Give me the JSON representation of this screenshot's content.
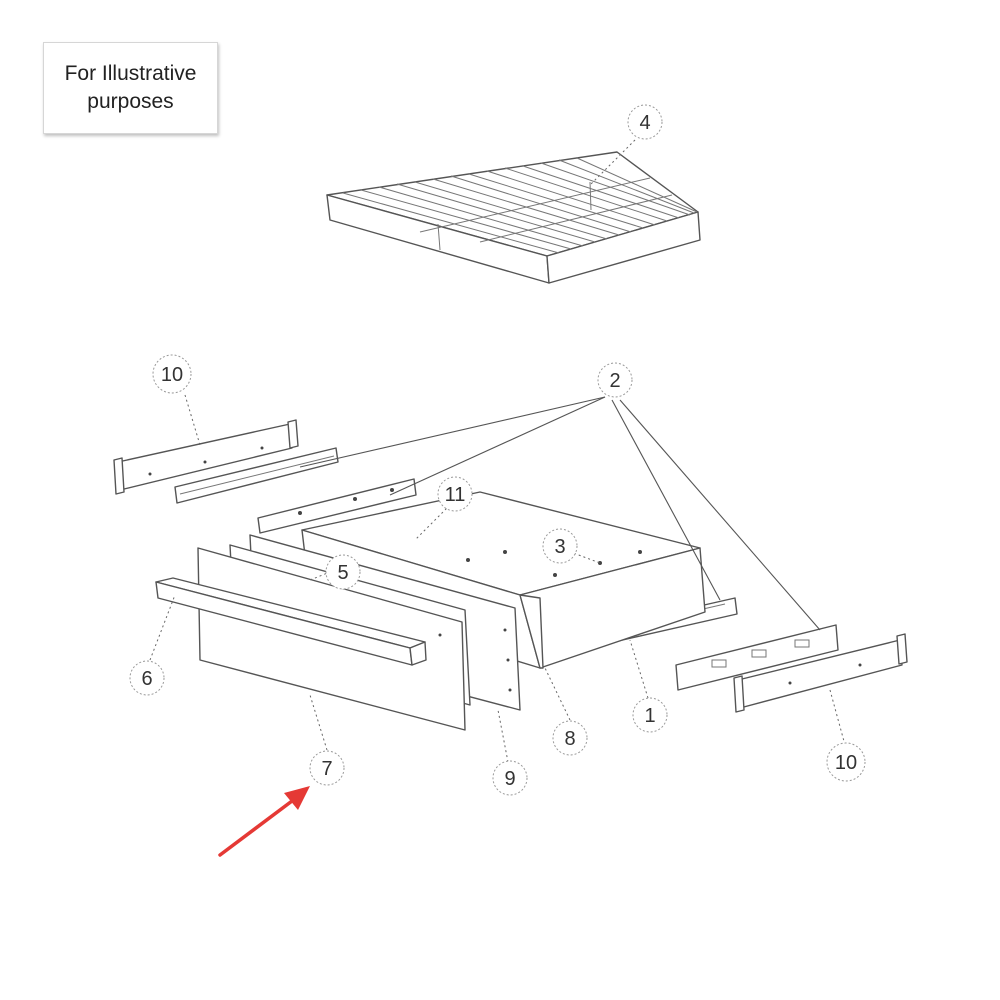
{
  "caption": {
    "text": "For Illustrative\npurposes"
  },
  "callouts": [
    {
      "id": "c4",
      "label": "4"
    },
    {
      "id": "c10a",
      "label": "10"
    },
    {
      "id": "c2",
      "label": "2"
    },
    {
      "id": "c11",
      "label": "11"
    },
    {
      "id": "c3",
      "label": "3"
    },
    {
      "id": "c5",
      "label": "5"
    },
    {
      "id": "c6",
      "label": "6"
    },
    {
      "id": "c7",
      "label": "7"
    },
    {
      "id": "c9",
      "label": "9"
    },
    {
      "id": "c8",
      "label": "8"
    },
    {
      "id": "c1",
      "label": "1"
    },
    {
      "id": "c10b",
      "label": "10"
    }
  ],
  "highlight": {
    "target_label": "7",
    "arrow_color": "#e53935"
  }
}
